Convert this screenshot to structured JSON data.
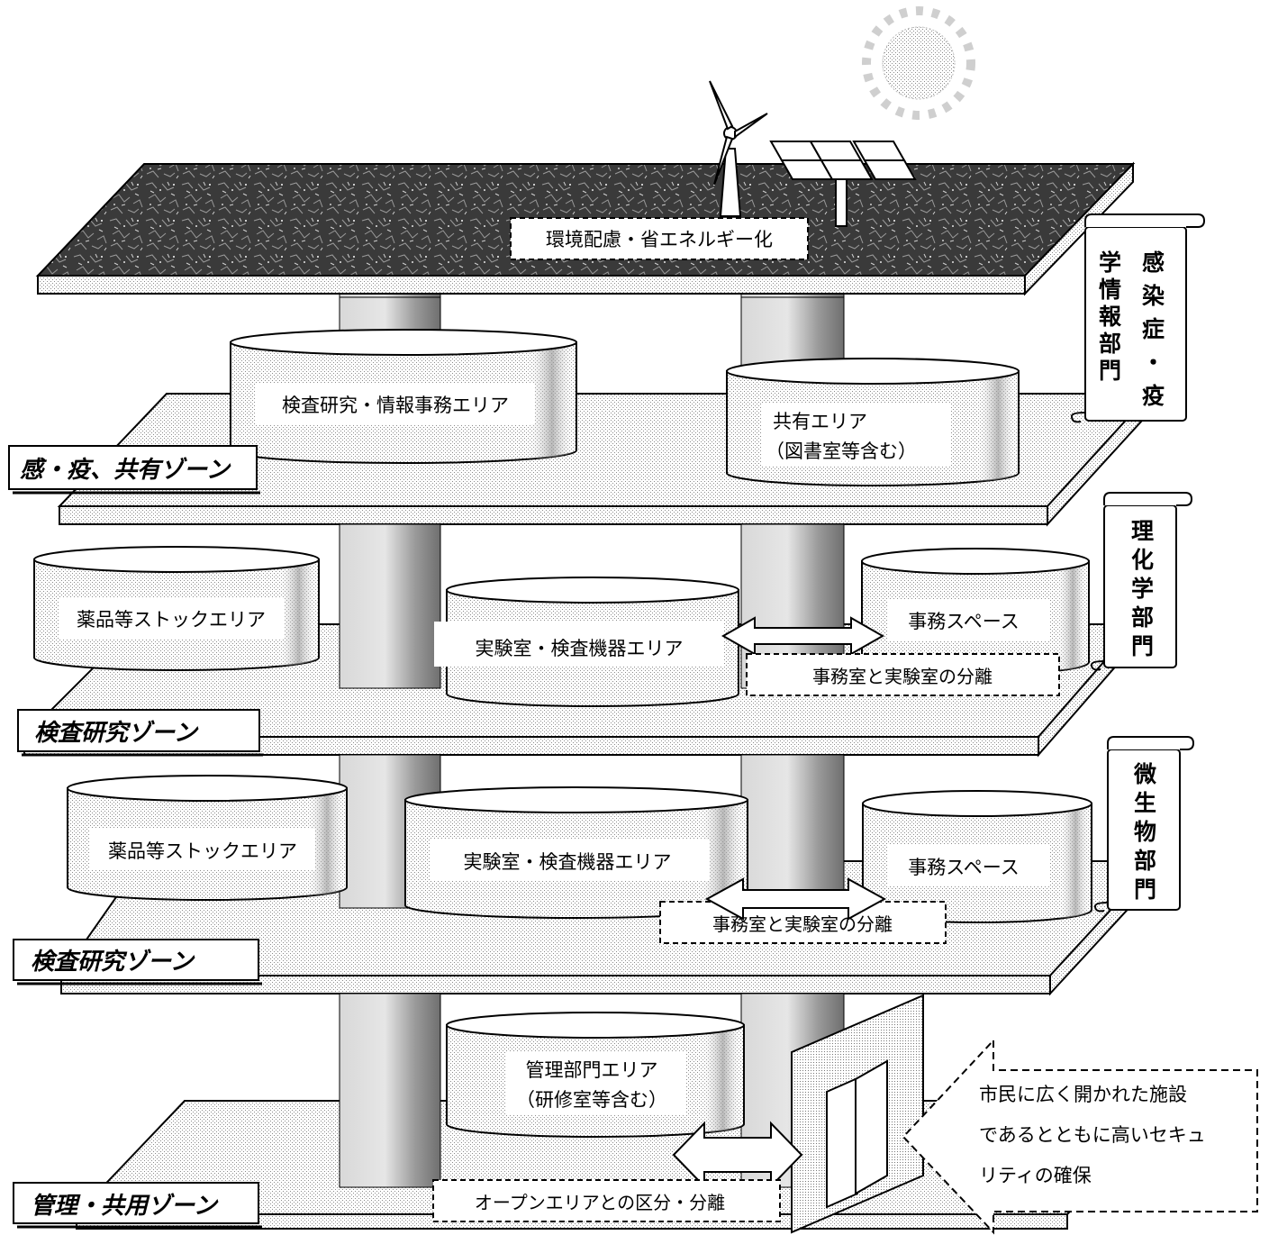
{
  "roof_label": "環境配慮・省エネルギー化",
  "floors": [
    {
      "zone": "感・疫、共有ゾーン",
      "department": {
        "col1": "感染症・疫",
        "col2": "学情報部門"
      },
      "areas": [
        {
          "label": "検査研究・情報事務エリア"
        },
        {
          "label_line1": "共有エリア",
          "label_line2": "（図書室等含む）"
        }
      ]
    },
    {
      "zone": "検査研究ゾーン",
      "department": "理化学部門",
      "areas": [
        {
          "label": "薬品等ストックエリア"
        },
        {
          "label": "実験室・検査機器エリア"
        },
        {
          "label": "事務スペース"
        }
      ],
      "separation_note": "事務室と実験室の分離"
    },
    {
      "zone": "検査研究ゾーン",
      "department": "微生物部門",
      "areas": [
        {
          "label": "薬品等ストックエリア"
        },
        {
          "label": "実験室・検査機器エリア"
        },
        {
          "label": "事務スペース"
        }
      ],
      "separation_note": "事務室と実験室の分離"
    },
    {
      "zone": "管理・共用ゾーン",
      "areas": [
        {
          "label_line1": "管理部門エリア",
          "label_line2": "（研修室等含む）"
        }
      ],
      "separation_note": "オープンエリアとの区分・分離"
    }
  ],
  "security_callout": {
    "line1": "市民に広く開かれた施設",
    "line2": "であるとともに高いセキュ",
    "line3": "リティの確保"
  }
}
